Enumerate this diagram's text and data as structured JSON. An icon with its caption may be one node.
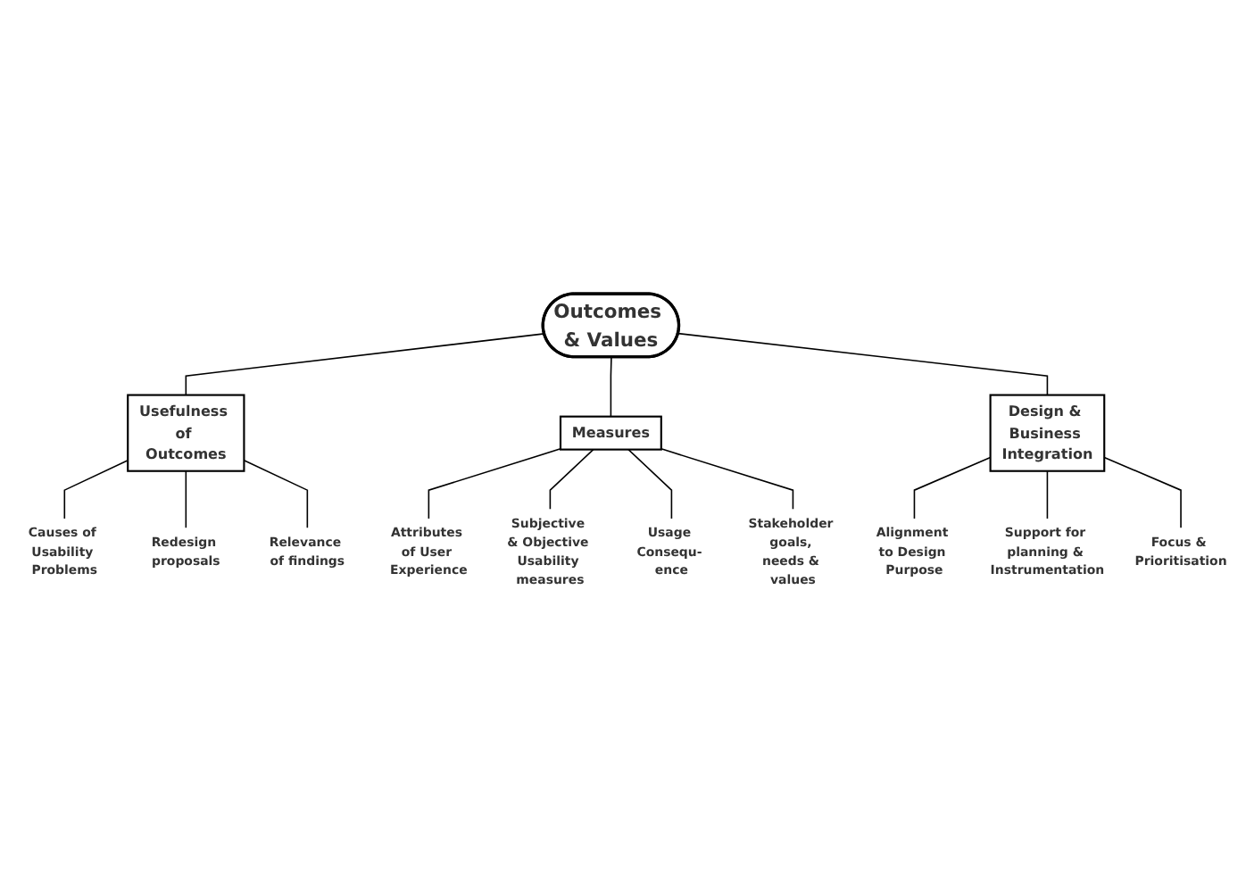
{
  "diagram": {
    "nodes": [
      {
        "text": [
          "Outcomes & Values"
        ]
      },
      {
        "text": [
          "Usefulness of Outcomes"
        ]
      },
      {
        "text": [
          "Measures"
        ]
      },
      {
        "text": [
          "Design & Business Integration"
        ]
      },
      {
        "text": [
          "Causes of Usability Problems"
        ]
      },
      {
        "text": [
          "Redesign proposals"
        ]
      },
      {
        "text": [
          "Relevance of findings"
        ]
      },
      {
        "text": [
          "Attributes of User Experience"
        ]
      },
      {
        "text": [
          "Subjective & Objective Usability measures"
        ]
      },
      {
        "text": [
          "Usage Consequ- ence"
        ]
      },
      {
        "text": [
          "Stakeholder goals, needs & values"
        ]
      },
      {
        "text": [
          "Alignment to Design Purpose"
        ]
      },
      {
        "text": [
          "Support for planning & Instrumentation"
        ]
      },
      {
        "text": [
          "Focus & Prioritisation"
        ]
      }
    ],
    "edges": [
      {
        "from": 0,
        "to": 1,
        "arrow": "none"
      },
      {
        "from": 0,
        "to": 2,
        "arrow": "none"
      },
      {
        "from": 0,
        "to": 3,
        "arrow": "none"
      },
      {
        "from": 1,
        "to": 4,
        "arrow": "none"
      },
      {
        "from": 1,
        "to": 5,
        "arrow": "none"
      },
      {
        "from": 1,
        "to": 6,
        "arrow": "none"
      },
      {
        "from": 2,
        "to": 7,
        "arrow": "none"
      },
      {
        "from": 2,
        "to": 8,
        "arrow": "none"
      },
      {
        "from": 2,
        "to": 9,
        "arrow": "none"
      },
      {
        "from": 2,
        "to": 10,
        "arrow": "none"
      },
      {
        "from": 3,
        "to": 11,
        "arrow": "none"
      },
      {
        "from": 3,
        "to": 12,
        "arrow": "none"
      },
      {
        "from": 3,
        "to": 13,
        "arrow": "none"
      }
    ]
  }
}
